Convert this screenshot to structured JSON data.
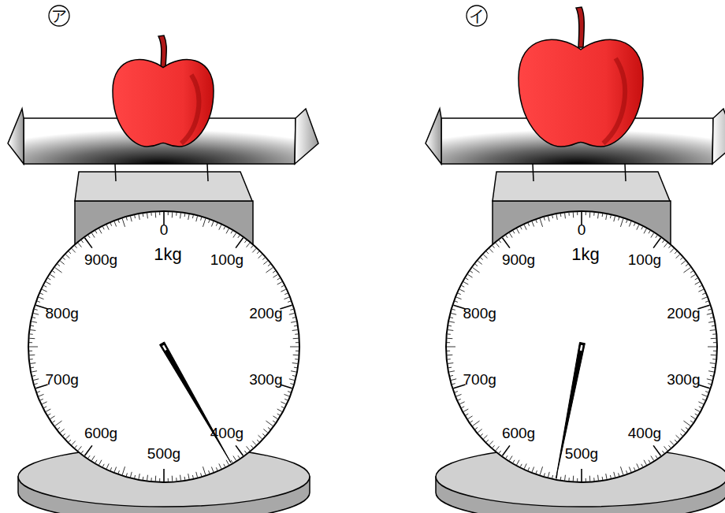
{
  "diagram": {
    "labels": [
      "ア",
      "0",
      "100g",
      "200g",
      "300g",
      "400g",
      "500g",
      "600g",
      "700g",
      "800g",
      "900g",
      "1kg",
      "イ",
      "0",
      "100g",
      "200g",
      "300g",
      "400g",
      "500g",
      "600g",
      "700g",
      "800g",
      "900g",
      "1kg"
    ]
  }
}
